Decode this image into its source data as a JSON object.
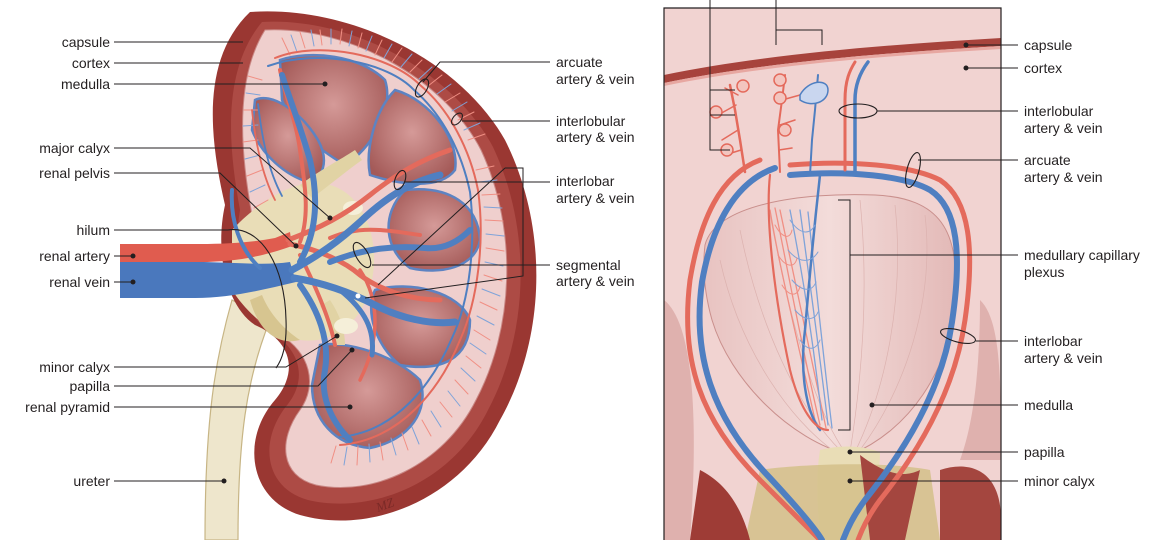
{
  "left_labels": {
    "capsule": "capsule",
    "cortex": "cortex",
    "medulla": "medulla",
    "major_calyx": "major calyx",
    "renal_pelvis": "renal pelvis",
    "hilum": "hilum",
    "renal_artery": "renal artery",
    "renal_vein": "renal vein",
    "minor_calyx": "minor calyx",
    "papilla": "papilla",
    "renal_pyramid": "renal pyramid",
    "ureter": "ureter"
  },
  "middle_labels": {
    "arcuate_line1": "arcuate",
    "arcuate_line2": "artery & vein",
    "interlobular_line1": "interlobular",
    "interlobular_line2": "artery & vein",
    "interlobar_line1": "interlobar",
    "interlobar_line2": "artery & vein",
    "segmental_line1": "segmental",
    "segmental_line2": "artery & vein"
  },
  "right_labels": {
    "capsule": "capsule",
    "cortex": "cortex",
    "interlobular_line1": "interlobular",
    "interlobular_line2": "artery & vein",
    "arcuate_line1": "arcuate",
    "arcuate_line2": "artery & vein",
    "medullary_line1": "medullary capillary",
    "medullary_line2": "plexus",
    "interlobar_line1": "interlobar",
    "interlobar_line2": "artery & vein",
    "medulla": "medulla",
    "papilla": "papilla",
    "minor_calyx": "minor calyx"
  },
  "signature": "MZ",
  "colors": {
    "capsule_dark": "#8f2f2b",
    "capsule_mid": "#a8423c",
    "cortex": "#efcfcd",
    "pyramid": "#b66f6d",
    "pelvis": "#e8dcb4",
    "vein": "#4f7fc1",
    "artery": "#e46a5c"
  }
}
